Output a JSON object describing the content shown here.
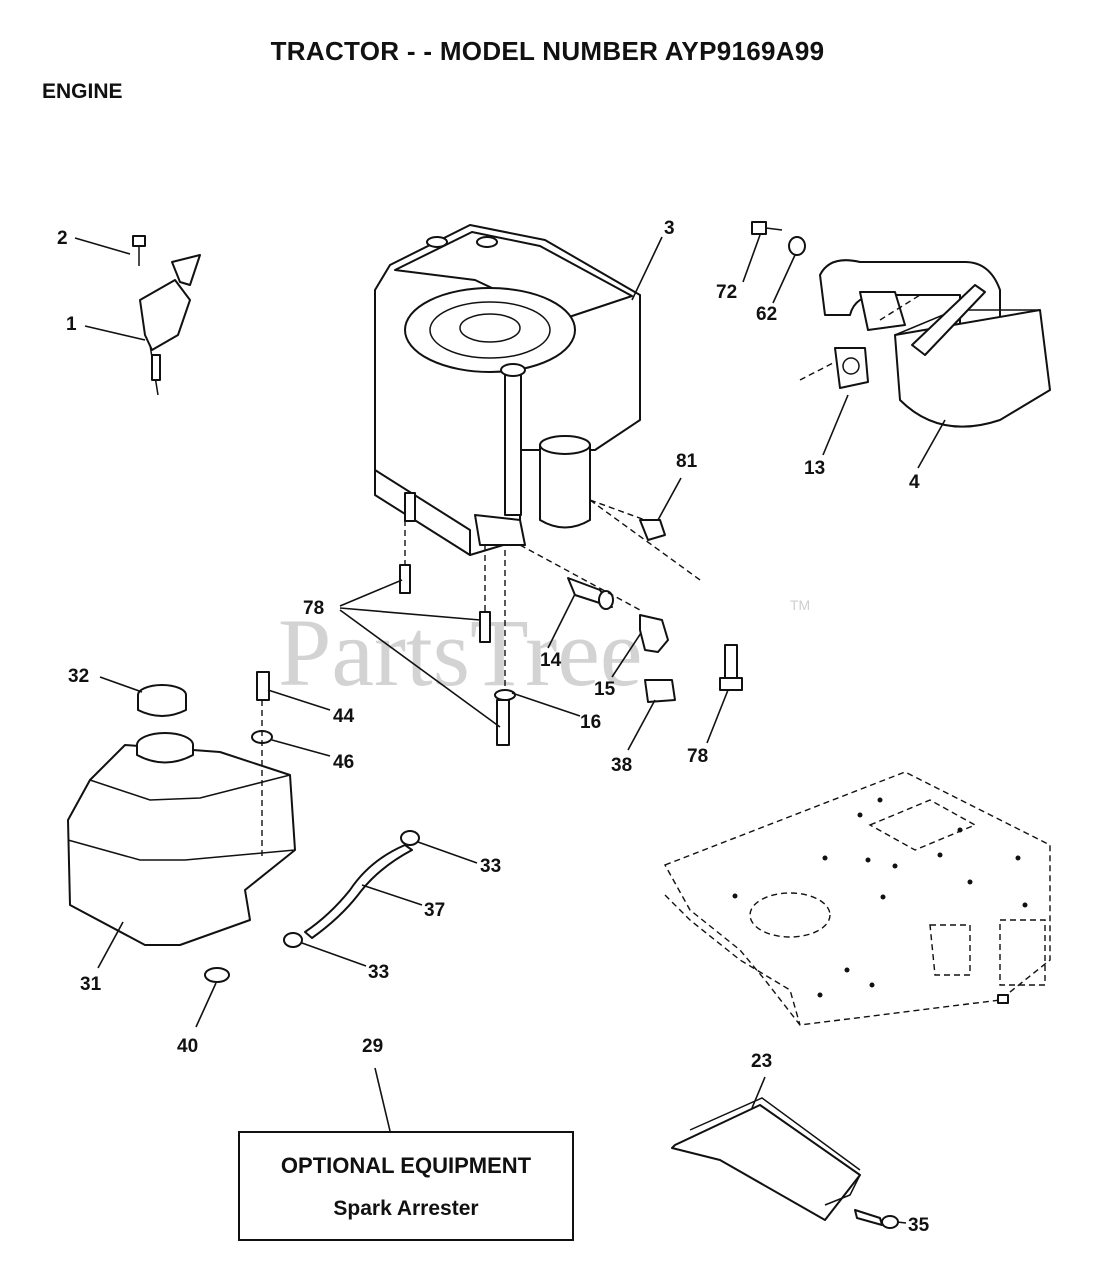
{
  "header": {
    "title": "TRACTOR - - MODEL NUMBER AYP9169A99",
    "section": "ENGINE"
  },
  "watermark": {
    "text": "PartsTree",
    "mark": "TM"
  },
  "optional_box": {
    "line1": "OPTIONAL EQUIPMENT",
    "line2": "Spark Arrester"
  },
  "callouts": {
    "c1": "1",
    "c2": "2",
    "c3": "3",
    "c4": "4",
    "c13": "13",
    "c14": "14",
    "c15": "15",
    "c16": "16",
    "c23": "23",
    "c29": "29",
    "c31": "31",
    "c32": "32",
    "c33a": "33",
    "c33b": "33",
    "c35": "35",
    "c37": "37",
    "c38": "38",
    "c40": "40",
    "c44": "44",
    "c46": "46",
    "c62": "62",
    "c72": "72",
    "c78a": "78",
    "c78b": "78",
    "c81": "81"
  }
}
